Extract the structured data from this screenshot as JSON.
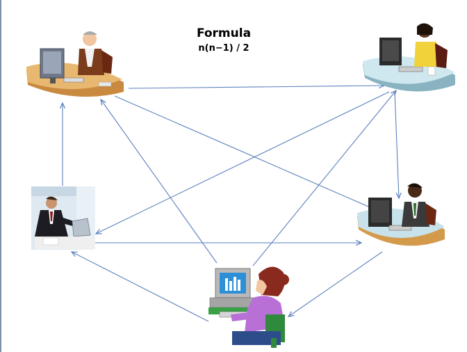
{
  "formula": {
    "title": "Formula",
    "expression": "n(n−1) / 2"
  },
  "nodes": [
    {
      "id": "top-left",
      "icon": "office-worker-desk-icon"
    },
    {
      "id": "top-right",
      "icon": "woman-at-computer-icon"
    },
    {
      "id": "mid-left",
      "icon": "businessman-at-laptop-icon"
    },
    {
      "id": "mid-right",
      "icon": "man-at-computer-icon"
    },
    {
      "id": "bottom",
      "icon": "woman-at-computer-icon"
    }
  ],
  "colors": {
    "edge": "#5b7fbd",
    "desk": "#d9a35a",
    "desk_blue": "#bfe0ea"
  }
}
